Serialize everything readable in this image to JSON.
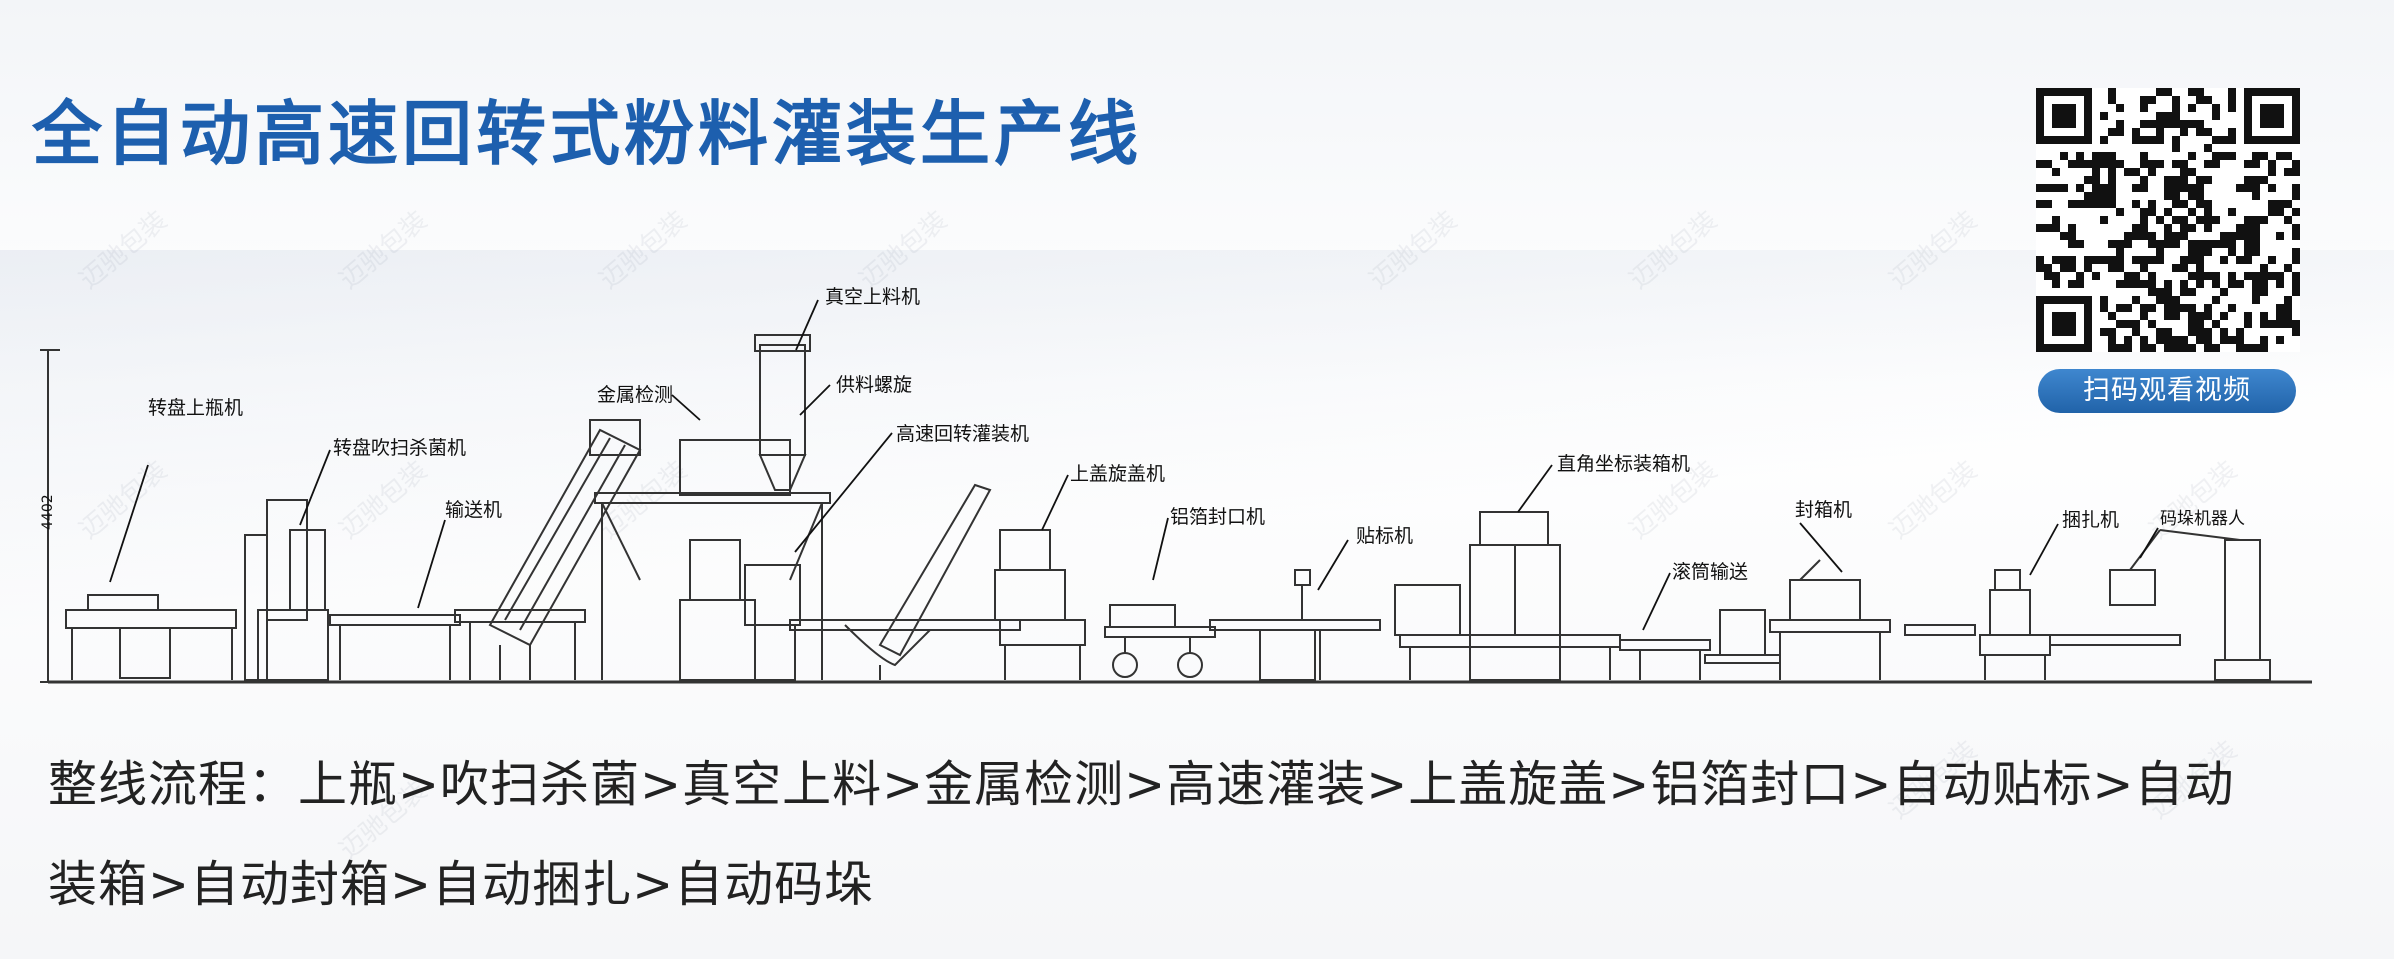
{
  "title": "全自动高速回转式粉料灌装生产线",
  "qr": {
    "button_label": "扫码观看视频"
  },
  "diagram": {
    "height_dimension": "4402",
    "labels": {
      "turntable_bottle_loader": "转盘上瓶机",
      "turntable_blow_sterilizer": "转盘吹扫杀菌机",
      "conveyor": "输送机",
      "metal_detection": "金属检测",
      "vacuum_loader": "真空上料机",
      "feed_screw": "供料螺旋",
      "rotary_filler": "高速回转灌装机",
      "cap_screwing": "上盖旋盖机",
      "foil_sealer": "铝箔封口机",
      "labeler": "贴标机",
      "cartesian_casepacker": "直角坐标装箱机",
      "roller_conveyor": "滚筒输送",
      "case_sealer": "封箱机",
      "strapping_machine": "捆扎机",
      "palletizing_robot": "码垛机器人"
    }
  },
  "flow": {
    "line1": "整线流程：上瓶>吹扫杀菌>真空上料>金属检测>高速灌装>上盖旋盖>铝箔封口>自动贴标>自动",
    "line2": "装箱>自动封箱>自动捆扎>自动码垛"
  },
  "watermark_text": "迈驰包装"
}
